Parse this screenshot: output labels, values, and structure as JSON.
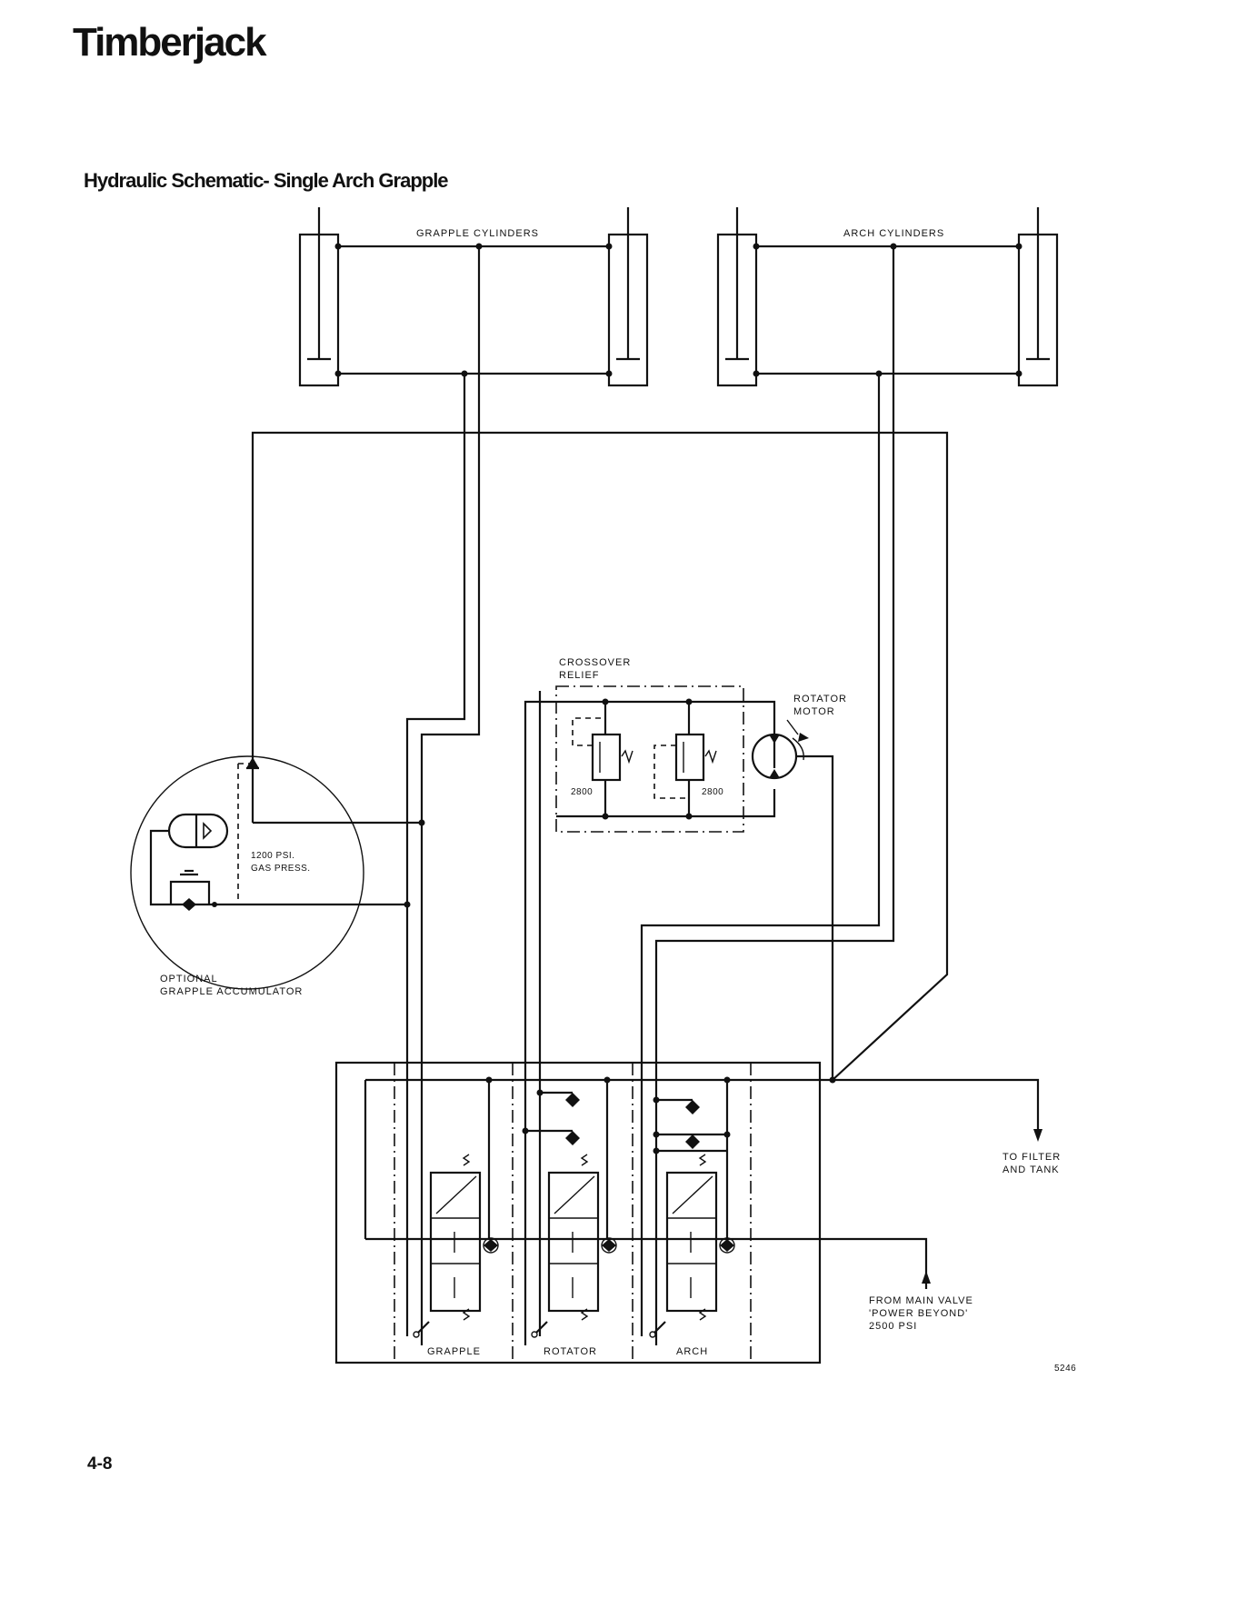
{
  "header": {
    "brand": "Timberjack"
  },
  "document": {
    "title": "Hydraulic Schematic- Single Arch Grapple"
  },
  "labels": {
    "grapple_cylinders": "GRAPPLE CYLINDERS",
    "arch_cylinders": "ARCH CYLINDERS",
    "crossover_relief_line1": "CROSSOVER",
    "crossover_relief_line2": "RELIEF",
    "relief_setting_left": "2800",
    "relief_setting_right": "2800",
    "rotator_motor_line1": "ROTATOR",
    "rotator_motor_line2": "MOTOR",
    "gas_press_line1": "1200 PSI.",
    "gas_press_line2": "GAS PRESS.",
    "accumulator_line1": "OPTIONAL",
    "accumulator_line2": "GRAPPLE ACCUMULATOR",
    "to_filter_line1": "TO FILTER",
    "to_filter_line2": "AND TANK",
    "from_main_line1": "FROM MAIN VALVE",
    "from_main_line2": "'POWER BEYOND'",
    "from_main_line3": "2500 PSI",
    "valve_grapple": "GRAPPLE",
    "valve_rotator": "ROTATOR",
    "valve_arch": "ARCH",
    "drawing_number": "5246"
  },
  "footer": {
    "page_number": "4-8"
  }
}
